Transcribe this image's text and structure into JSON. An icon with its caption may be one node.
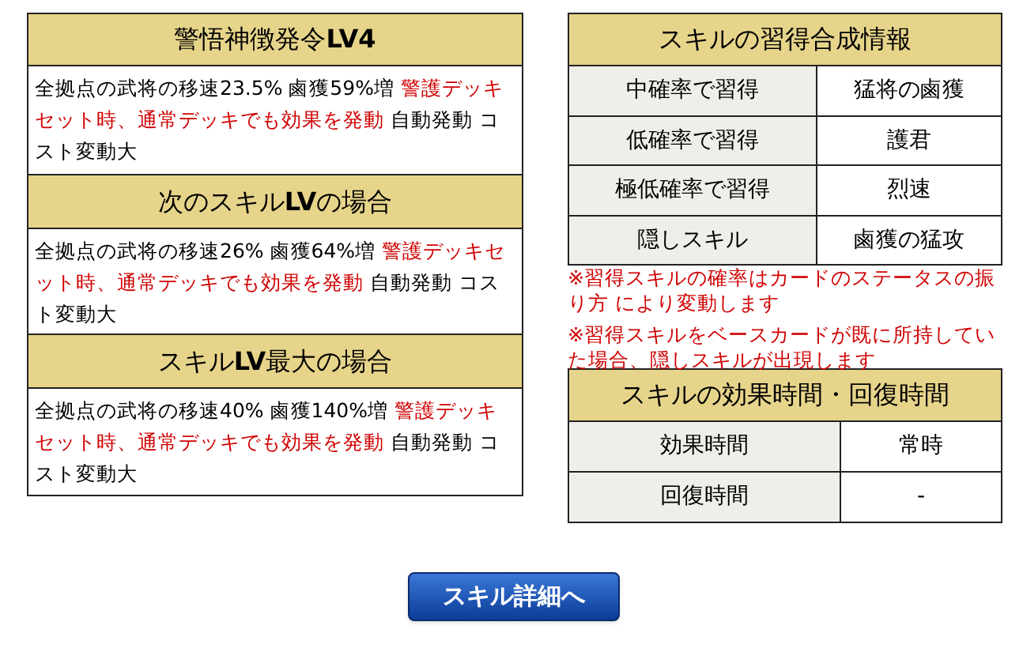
{
  "diagram": {
    "nodes": [
      {
        "text": [
          "警悟神徴発令**LV4**"
        ]
      },
      {
        "text": [
          "全拠点の武将の移速23.5% 鹵獲59%増",
          "警護デッキセット時、通常デッキでも効果を発動",
          "自動発動 コスト変動大"
        ]
      },
      {
        "text": [
          "次のスキル**LV**の場合"
        ]
      },
      {
        "text": [
          "全拠点の武将の移速26% 鹵獲64%増",
          "警護デッキセット時、通常デッキでも効果を発動",
          "自動発動 コスト変動大"
        ]
      },
      {
        "text": [
          "スキル**LV**最大の場合"
        ]
      },
      {
        "text": [
          "全拠点の武将の移速40% 鹵獲140%増",
          "警護デッキセット時、通常デッキでも効果を発動",
          "自動発動 コスト変動大"
        ]
      },
      {
        "text": [
          "スキルの習得合成情報"
        ]
      },
      {
        "text": [
          "スキルの効果時間・回復時間"
        ]
      },
      {
        "text": [
          "スキル詳細へ"
        ]
      }
    ],
    "labels": [
      "中確率で習得",
      "猛将の鹵獲",
      "低確率で習得",
      "護君",
      "極低確率で習得",
      "烈速",
      "隠しスキル",
      "鹵獲の猛攻",
      "※習得スキルの確率はカードのステータスの振り方 により変動します",
      "※習得スキルをベースカードが既に所持していた場合、隠しスキルが出現します",
      "効果時間",
      "常時",
      "回復時間",
      "-"
    ]
  }
}
